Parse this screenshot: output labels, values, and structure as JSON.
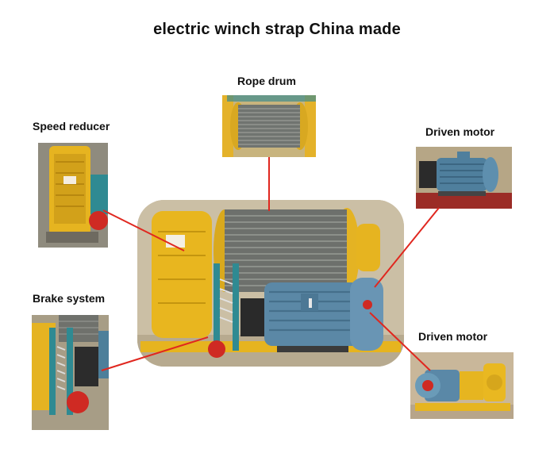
{
  "title": "electric winch strap China made",
  "labels": {
    "rope_drum": "Rope drum",
    "speed_reducer": "Speed reducer",
    "driven_motor_top": "Driven motor",
    "brake_system": "Brake system",
    "driven_motor_bottom": "Driven motor"
  },
  "colors": {
    "connector": "#e0271f",
    "machine_yellow": "#e9b519",
    "motor_blue": "#5d86a4",
    "rope_grey": "#7c7c78"
  }
}
